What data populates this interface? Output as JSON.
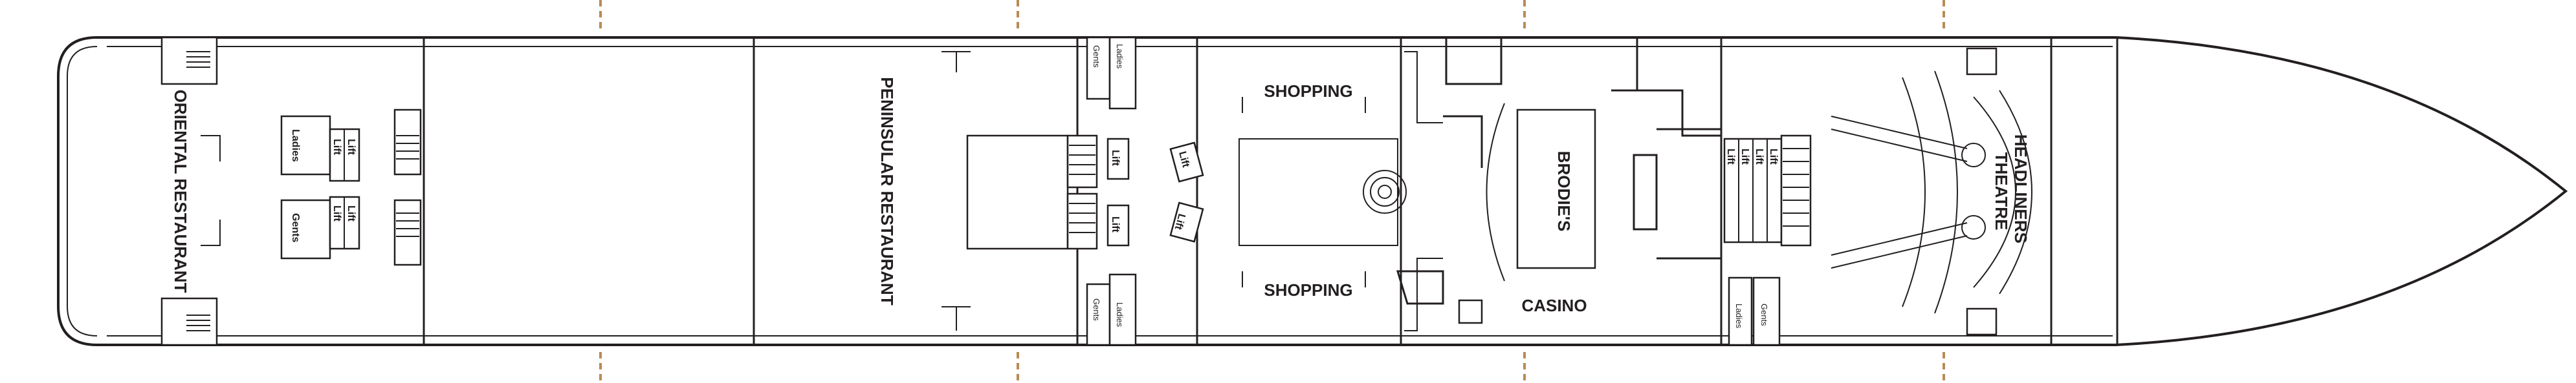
{
  "deck": {
    "venues": {
      "oriental_restaurant": "ORIENTAL RESTAURANT",
      "peninsular_restaurant": "PENINSULAR RESTAURANT",
      "shopping_top": "SHOPPING",
      "shopping_bottom": "SHOPPING",
      "brodies": "BRODIE'S",
      "casino": "CASINO",
      "headliners_1": "HEADLINERS",
      "headliners_2": "THEATRE"
    },
    "facilities": {
      "ladies": "Ladies",
      "gents": "Gents",
      "lift": "Lift"
    }
  },
  "colors": {
    "line": "#231f20",
    "marker": "#b98a55",
    "background": "#ffffff"
  }
}
